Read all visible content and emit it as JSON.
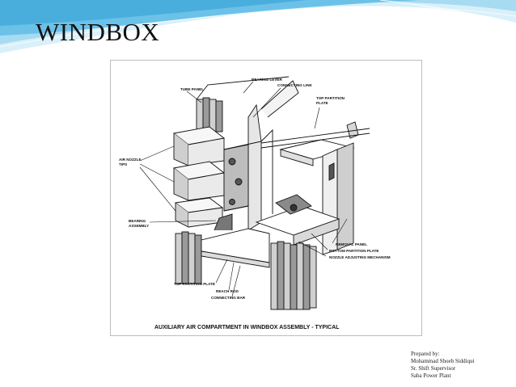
{
  "slide": {
    "title": "WINDBOX"
  },
  "diagram": {
    "labels": {
      "bearing_lever": "BEARING LEVER",
      "connecting_link": "CONNECTING LINK",
      "tube_panel": "TUBE PANEL",
      "top_partition_plate_upper_1": "TOP PARTITION",
      "top_partition_plate_upper_2": "PLATE",
      "air_nozzle_tips_1": "AIR NOZZLE",
      "air_nozzle_tips_2": "TIPS",
      "bearing_assembly_1": "BEARING",
      "bearing_assembly_2": "ASSEMBLY",
      "removal_panel": "REMOVAL PANEL",
      "bottom_partition_plate": "BOTTOM PARTITION PLATE",
      "nozzle_adjusting_mechanism": "NOZZLE ADJUSTING MECHANISM",
      "top_partition_plate_lower": "TOP PARTITION PLATE",
      "reach_rod": "REACH ROD",
      "connecting_bar": "CONNECTING BAR"
    },
    "caption": "AUXILIARY AIR COMPARTMENT IN  WINDBOX  ASSEMBLY - TYPICAL"
  },
  "credits": {
    "line1": "Prepared by:",
    "line2": "Mohammad Shoeb Siddiqui",
    "line3": "Sr. Shift Supervisor",
    "line4": "Saba Power Plant"
  },
  "colors": {
    "wave_light": "#cfeaf7",
    "wave_mid": "#8fd0ee",
    "wave_deep": "#4fb3e2"
  }
}
